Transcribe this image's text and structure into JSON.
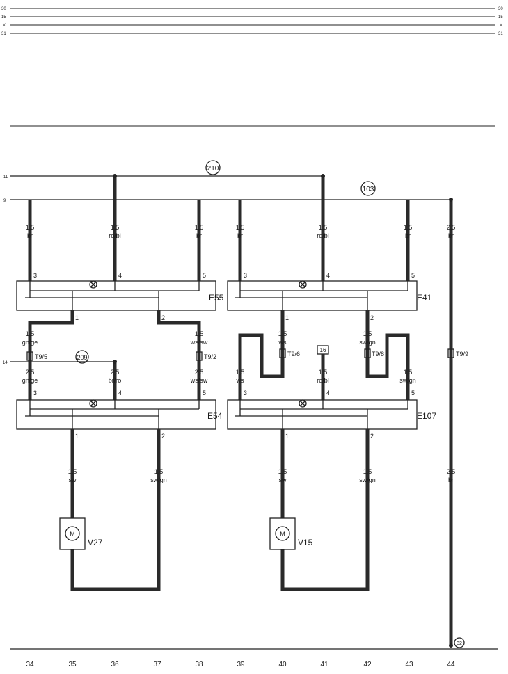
{
  "rails": {
    "r30": "30",
    "r15": "15",
    "rX": "X",
    "r31": "31"
  },
  "feeds": {
    "f11": "11",
    "f9": "9",
    "f14": "14"
  },
  "refs": {
    "ref210": "210",
    "ref103": "103",
    "ref209": "209",
    "ref16": "16",
    "ref32": "32"
  },
  "components": {
    "e55": "E55",
    "e41": "E41",
    "e54": "E54",
    "e107": "E107",
    "v27": "V27",
    "v15": "V15",
    "motor": "M"
  },
  "wires": {
    "w34a": [
      "1,5",
      "br"
    ],
    "w36a": [
      "1,5",
      "ro/bl"
    ],
    "w38a": [
      "1,5",
      "br"
    ],
    "w39a": [
      "1,5",
      "br"
    ],
    "w41a": [
      "1,5",
      "ro/bl"
    ],
    "w43a": [
      "1,5",
      "br"
    ],
    "w44a": [
      "2,5",
      "br"
    ],
    "w34b": [
      "1,5",
      "gn/ge"
    ],
    "w38b": [
      "1,5",
      "ws/sw"
    ],
    "w40b": [
      "1,5",
      "ws"
    ],
    "w42b": [
      "1,5",
      "sw/gn"
    ],
    "w34c": [
      "2,5",
      "gn/ge"
    ],
    "w36c": [
      "2,5",
      "br/ro"
    ],
    "w38c": [
      "2,5",
      "ws/sw"
    ],
    "w39c": [
      "1,5",
      "ws"
    ],
    "w41c": [
      "1,5",
      "ro/bl"
    ],
    "w43c": [
      "1,5",
      "sw/gn"
    ],
    "w35d": [
      "1,5",
      "sw"
    ],
    "w37d": [
      "1,5",
      "sw/gn"
    ],
    "w40d": [
      "1,5",
      "sw"
    ],
    "w42d": [
      "1,5",
      "sw/gn"
    ],
    "w44d": [
      "2,5",
      "br"
    ]
  },
  "connectors": {
    "t95": "T9/5",
    "t92": "T9/2",
    "t96": "T9/6",
    "t98": "T9/8",
    "t99": "T9/9"
  },
  "pins": {
    "p1": "1",
    "p2": "2",
    "p3": "3",
    "p4": "4",
    "p5": "5"
  },
  "columns": [
    "34",
    "35",
    "36",
    "37",
    "38",
    "39",
    "40",
    "41",
    "42",
    "43",
    "44"
  ]
}
